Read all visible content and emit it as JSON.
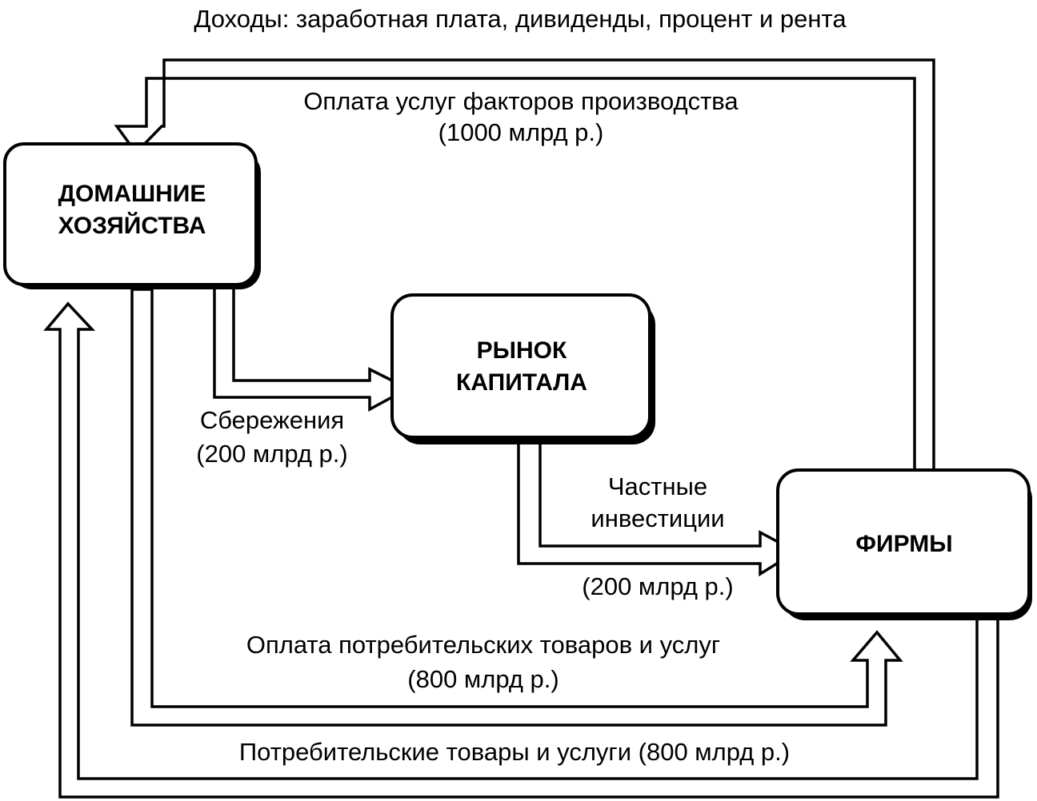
{
  "boxes": {
    "households": {
      "line1": "ДОМАШНИЕ",
      "line2": "ХОЗЯЙСТВА"
    },
    "capital_market": {
      "line1": "РЫНОК",
      "line2": "КАПИТАЛА"
    },
    "firms": {
      "line1": "ФИРМЫ"
    }
  },
  "labels": {
    "incomes": "Доходы: заработная плата, дивиденды, процент и рента",
    "factor_payment": "Оплата услуг факторов производства",
    "factor_payment_amount": "(1000 млрд р.)",
    "savings": "Сбережения",
    "savings_amount": "(200 млрд р.)",
    "investment_line1": "Частные",
    "investment_line2": "инвестиции",
    "investment_amount": "(200 млрд р.)",
    "consumer_payment": "Оплата потребительских товаров и услуг",
    "consumer_payment_amount": "(800 млрд р.)",
    "consumer_goods": "Потребительские товары и услуги (800 млрд р.)"
  },
  "flows": [
    {
      "from": "firms",
      "to": "households",
      "label": "factor_payment",
      "value": 1000
    },
    {
      "from": "households",
      "to": "capital_market",
      "label": "savings",
      "value": 200
    },
    {
      "from": "capital_market",
      "to": "firms",
      "label": "investment",
      "value": 200
    },
    {
      "from": "households",
      "to": "firms",
      "label": "consumer_payment",
      "value": 800
    },
    {
      "from": "firms",
      "to": "households",
      "label": "consumer_goods",
      "value": 800
    }
  ]
}
